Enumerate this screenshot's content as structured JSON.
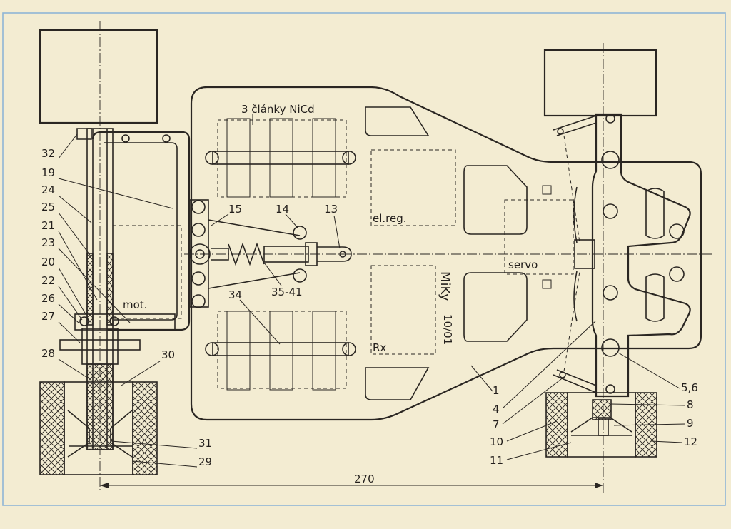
{
  "labels": {
    "battery": "3 články NiCd",
    "el_reg": "el.reg.",
    "rx": "Rx",
    "servo": "servo",
    "motor": "mot.",
    "model_name": "MiKy",
    "model_number": "10/01",
    "dimension": "270"
  },
  "callouts_left": [
    "32",
    "19",
    "24",
    "25",
    "21",
    "23",
    "20",
    "22",
    "26",
    "27",
    "28",
    "30",
    "31",
    "29"
  ],
  "callouts_center": [
    "15",
    "14",
    "13",
    "35-41",
    "34"
  ],
  "callouts_right": [
    "1",
    "4",
    "7",
    "10",
    "11",
    "5,6",
    "8",
    "9",
    "12"
  ],
  "colors": {
    "paper": "#f3ecd2",
    "ink": "#2a2622",
    "frame": "#8fb5d6"
  }
}
